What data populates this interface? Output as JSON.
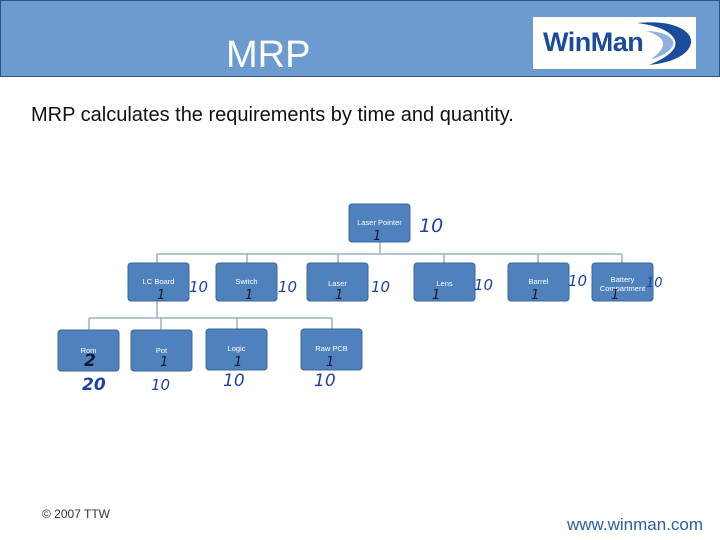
{
  "header": {
    "title": "MRP"
  },
  "logo": {
    "text": "WinMan"
  },
  "subtitle": "MRP calculates the requirements by time and quantity.",
  "footer": {
    "copyright": "© 2007 TTW",
    "website": "www.winman.com"
  },
  "colors": {
    "header_bg": "#6b9bd1",
    "node": "#4f81bd",
    "handwriting": "#1f3fa8"
  },
  "tree": {
    "root": {
      "label": "Laser Pointer",
      "qty_per": "1",
      "total": "10"
    },
    "level1": [
      {
        "label": "LC Board",
        "qty_per": "1",
        "total": "10"
      },
      {
        "label": "Switch",
        "qty_per": "1",
        "total": "10"
      },
      {
        "label": "Laser",
        "qty_per": "1",
        "total": "10"
      },
      {
        "label": "Lens",
        "qty_per": "1",
        "total": "10"
      },
      {
        "label": "Barrel",
        "qty_per": "1",
        "total": "10"
      },
      {
        "label": "Battery Compartment",
        "qty_per": "1",
        "total": "10"
      }
    ],
    "level2": [
      {
        "label": "Rom",
        "qty_per": "2",
        "total": "20"
      },
      {
        "label": "Pot",
        "qty_per": "1",
        "total": "10"
      },
      {
        "label": "Logic",
        "qty_per": "1",
        "total": "10"
      },
      {
        "label": "Raw PCB",
        "qty_per": "1",
        "total": "10"
      }
    ]
  }
}
